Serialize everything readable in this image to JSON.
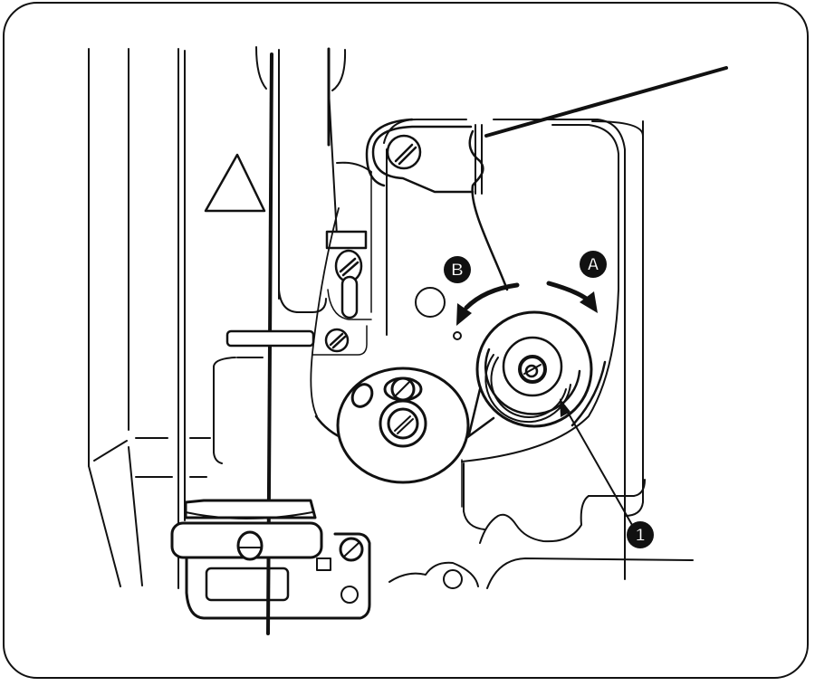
{
  "figure": {
    "type": "technical-illustration",
    "subject": "sewing machine thread tension assembly",
    "colors": {
      "line": "#111111",
      "background": "#ffffff",
      "callout_fill": "#111111",
      "callout_text": "#ffffff"
    }
  },
  "callouts": [
    {
      "id": "A",
      "label": "A",
      "meaning": "rotation direction arrow (clockwise)"
    },
    {
      "id": "B",
      "label": "B",
      "meaning": "rotation direction arrow (counter-clockwise)"
    },
    {
      "id": "1",
      "label": "1",
      "meaning": "thread tension dial / tension nut",
      "pointer_target": "tension-disc"
    }
  ],
  "symbols": [
    {
      "name": "warning-triangle",
      "label": ""
    }
  ]
}
